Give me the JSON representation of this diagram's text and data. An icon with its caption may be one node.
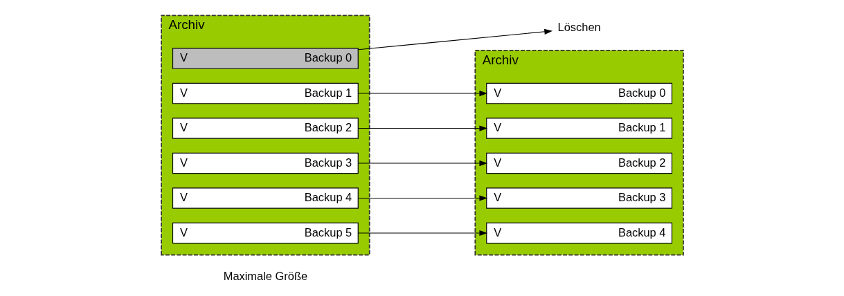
{
  "diagram": {
    "nodes": [
      {
        "text": [
          "Archiv"
        ]
      },
      {
        "text": [
          "V",
          "Backup 0"
        ],
        "in": 0
      },
      {
        "text": [
          "V",
          "Backup 1"
        ],
        "in": 0
      },
      {
        "text": [
          "V",
          "Backup 2"
        ],
        "in": 0
      },
      {
        "text": [
          "V",
          "Backup 3"
        ],
        "in": 0
      },
      {
        "text": [
          "V",
          "Backup 4"
        ],
        "in": 0
      },
      {
        "text": [
          "V",
          "Backup 5"
        ],
        "in": 0
      },
      {
        "text": [
          "Löschen"
        ]
      },
      {
        "text": [
          "Archiv"
        ]
      },
      {
        "text": [
          "V",
          "Backup 0"
        ],
        "in": 8
      },
      {
        "text": [
          "V",
          "Backup 1"
        ],
        "in": 8
      },
      {
        "text": [
          "V",
          "Backup 2"
        ],
        "in": 8
      },
      {
        "text": [
          "V",
          "Backup 3"
        ],
        "in": 8
      },
      {
        "text": [
          "V",
          "Backup 4"
        ],
        "in": 8
      }
    ],
    "edges": [
      {
        "from": 1,
        "to": 7,
        "arrow": "to"
      },
      {
        "from": 2,
        "to": 9,
        "arrow": "to"
      },
      {
        "from": 3,
        "to": 10,
        "arrow": "to"
      },
      {
        "from": 4,
        "to": 11,
        "arrow": "to"
      },
      {
        "from": 5,
        "to": 12,
        "arrow": "to"
      },
      {
        "from": 6,
        "to": 13,
        "arrow": "to"
      }
    ],
    "labels": [
      "Maximale Größe"
    ]
  }
}
